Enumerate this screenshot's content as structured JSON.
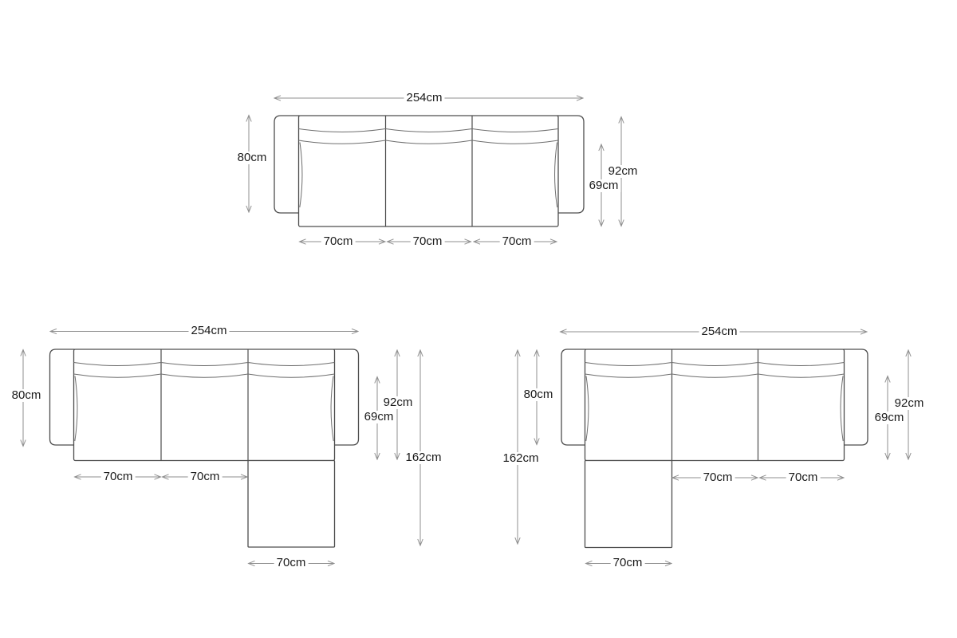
{
  "colors": {
    "background": "#ffffff",
    "sofa_line": "#4d4d4d",
    "cushion_line": "#6e6e6e",
    "dimension_line": "#8f8f8f",
    "text": "#1a1a1a"
  },
  "diagrams": {
    "three_seater": {
      "overall_width": "254cm",
      "arm_depth": "80cm",
      "overall_depth": "92cm",
      "seat_depth": "69cm",
      "seat_widths": [
        "70cm",
        "70cm",
        "70cm"
      ]
    },
    "chaise_right": {
      "overall_width": "254cm",
      "arm_depth": "80cm",
      "overall_depth": "92cm",
      "seat_depth": "69cm",
      "overall_length": "162cm",
      "seat_widths": [
        "70cm",
        "70cm"
      ],
      "chaise_width": "70cm"
    },
    "chaise_left": {
      "overall_width": "254cm",
      "arm_depth": "80cm",
      "overall_depth": "92cm",
      "seat_depth": "69cm",
      "overall_length": "162cm",
      "seat_widths": [
        "70cm",
        "70cm"
      ],
      "chaise_width": "70cm"
    }
  }
}
